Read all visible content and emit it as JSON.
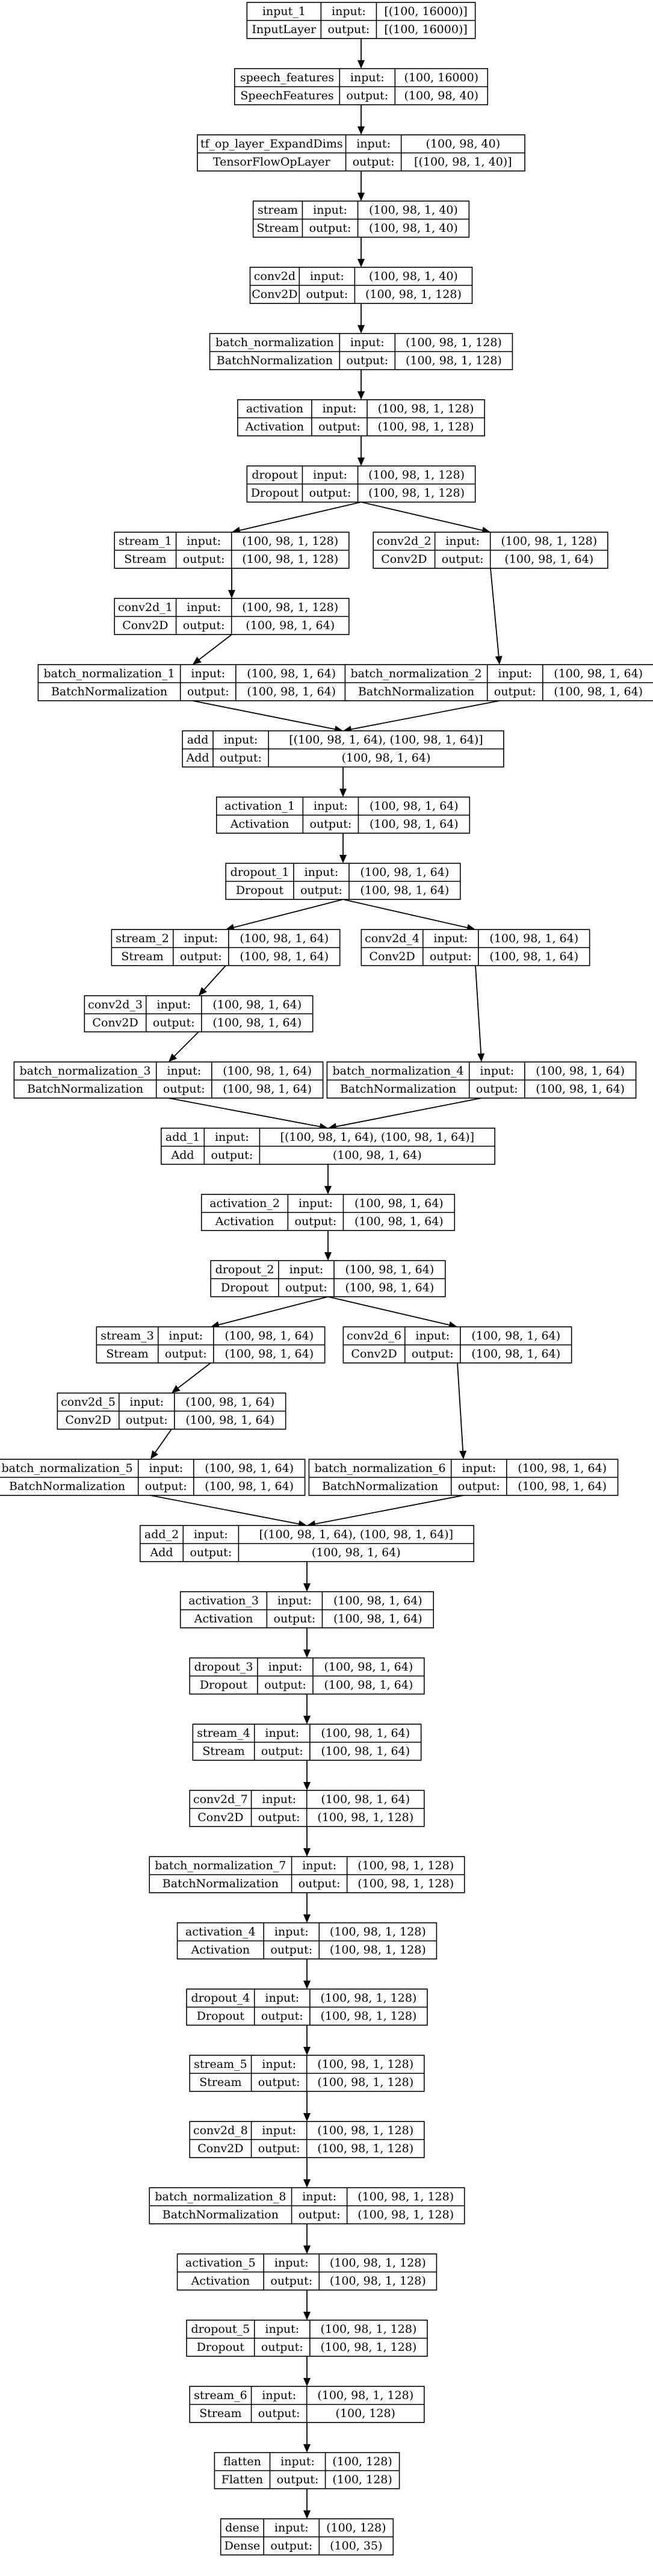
{
  "nodes": [
    {
      "id": "input_1",
      "name": "input_1",
      "type": "InputLayer",
      "input": "[(100, 16000)]",
      "output": "[(100, 16000)]"
    },
    {
      "id": "speech_features",
      "name": "speech_features",
      "type": "SpeechFeatures",
      "input": "(100, 16000)",
      "output": "(100, 98, 40)"
    },
    {
      "id": "tf_op",
      "name": "tf_op_layer_ExpandDims",
      "type": "TensorFlowOpLayer",
      "input": "(100, 98, 40)",
      "output": "[(100, 98, 1, 40)]"
    },
    {
      "id": "stream",
      "name": "stream",
      "type": "Stream",
      "input": "(100, 98, 1, 40)",
      "output": "(100, 98, 1, 40)"
    },
    {
      "id": "conv2d",
      "name": "conv2d",
      "type": "Conv2D",
      "input": "(100, 98, 1, 40)",
      "output": "(100, 98, 1, 128)"
    },
    {
      "id": "batch_normalization",
      "name": "batch_normalization",
      "type": "BatchNormalization",
      "input": "(100, 98, 1, 128)",
      "output": "(100, 98, 1, 128)"
    },
    {
      "id": "activation",
      "name": "activation",
      "type": "Activation",
      "input": "(100, 98, 1, 128)",
      "output": "(100, 98, 1, 128)"
    },
    {
      "id": "dropout",
      "name": "dropout",
      "type": "Dropout",
      "input": "(100, 98, 1, 128)",
      "output": "(100, 98, 1, 128)"
    },
    {
      "id": "stream_1",
      "name": "stream_1",
      "type": "Stream",
      "input": "(100, 98, 1, 128)",
      "output": "(100, 98, 1, 128)"
    },
    {
      "id": "conv2d_2",
      "name": "conv2d_2",
      "type": "Conv2D",
      "input": "(100, 98, 1, 128)",
      "output": "(100, 98, 1, 64)"
    },
    {
      "id": "conv2d_1",
      "name": "conv2d_1",
      "type": "Conv2D",
      "input": "(100, 98, 1, 128)",
      "output": "(100, 98, 1, 64)"
    },
    {
      "id": "batch_normalization_1",
      "name": "batch_normalization_1",
      "type": "BatchNormalization",
      "input": "(100, 98, 1, 64)",
      "output": "(100, 98, 1, 64)"
    },
    {
      "id": "batch_normalization_2",
      "name": "batch_normalization_2",
      "type": "BatchNormalization",
      "input": "(100, 98, 1, 64)",
      "output": "(100, 98, 1, 64)"
    },
    {
      "id": "add",
      "name": "add",
      "type": "Add",
      "input": "[(100, 98, 1, 64), (100, 98, 1, 64)]",
      "output": "(100, 98, 1, 64)"
    },
    {
      "id": "activation_1",
      "name": "activation_1",
      "type": "Activation",
      "input": "(100, 98, 1, 64)",
      "output": "(100, 98, 1, 64)"
    },
    {
      "id": "dropout_1",
      "name": "dropout_1",
      "type": "Dropout",
      "input": "(100, 98, 1, 64)",
      "output": "(100, 98, 1, 64)"
    },
    {
      "id": "stream_2",
      "name": "stream_2",
      "type": "Stream",
      "input": "(100, 98, 1, 64)",
      "output": "(100, 98, 1, 64)"
    },
    {
      "id": "conv2d_4",
      "name": "conv2d_4",
      "type": "Conv2D",
      "input": "(100, 98, 1, 64)",
      "output": "(100, 98, 1, 64)"
    },
    {
      "id": "conv2d_3",
      "name": "conv2d_3",
      "type": "Conv2D",
      "input": "(100, 98, 1, 64)",
      "output": "(100, 98, 1, 64)"
    },
    {
      "id": "batch_normalization_3",
      "name": "batch_normalization_3",
      "type": "BatchNormalization",
      "input": "(100, 98, 1, 64)",
      "output": "(100, 98, 1, 64)"
    },
    {
      "id": "batch_normalization_4",
      "name": "batch_normalization_4",
      "type": "BatchNormalization",
      "input": "(100, 98, 1, 64)",
      "output": "(100, 98, 1, 64)"
    },
    {
      "id": "add_1",
      "name": "add_1",
      "type": "Add",
      "input": "[(100, 98, 1, 64), (100, 98, 1, 64)]",
      "output": "(100, 98, 1, 64)"
    },
    {
      "id": "activation_2",
      "name": "activation_2",
      "type": "Activation",
      "input": "(100, 98, 1, 64)",
      "output": "(100, 98, 1, 64)"
    },
    {
      "id": "dropout_2",
      "name": "dropout_2",
      "type": "Dropout",
      "input": "(100, 98, 1, 64)",
      "output": "(100, 98, 1, 64)"
    },
    {
      "id": "stream_3",
      "name": "stream_3",
      "type": "Stream",
      "input": "(100, 98, 1, 64)",
      "output": "(100, 98, 1, 64)"
    },
    {
      "id": "conv2d_6",
      "name": "conv2d_6",
      "type": "Conv2D",
      "input": "(100, 98, 1, 64)",
      "output": "(100, 98, 1, 64)"
    },
    {
      "id": "conv2d_5",
      "name": "conv2d_5",
      "type": "Conv2D",
      "input": "(100, 98, 1, 64)",
      "output": "(100, 98, 1, 64)"
    },
    {
      "id": "batch_normalization_5",
      "name": "batch_normalization_5",
      "type": "BatchNormalization",
      "input": "(100, 98, 1, 64)",
      "output": "(100, 98, 1, 64)"
    },
    {
      "id": "batch_normalization_6",
      "name": "batch_normalization_6",
      "type": "BatchNormalization",
      "input": "(100, 98, 1, 64)",
      "output": "(100, 98, 1, 64)"
    },
    {
      "id": "add_2",
      "name": "add_2",
      "type": "Add",
      "input": "[(100, 98, 1, 64), (100, 98, 1, 64)]",
      "output": "(100, 98, 1, 64)"
    },
    {
      "id": "activation_3",
      "name": "activation_3",
      "type": "Activation",
      "input": "(100, 98, 1, 64)",
      "output": "(100, 98, 1, 64)"
    },
    {
      "id": "dropout_3",
      "name": "dropout_3",
      "type": "Dropout",
      "input": "(100, 98, 1, 64)",
      "output": "(100, 98, 1, 64)"
    },
    {
      "id": "stream_4",
      "name": "stream_4",
      "type": "Stream",
      "input": "(100, 98, 1, 64)",
      "output": "(100, 98, 1, 64)"
    },
    {
      "id": "conv2d_7",
      "name": "conv2d_7",
      "type": "Conv2D",
      "input": "(100, 98, 1, 64)",
      "output": "(100, 98, 1, 128)"
    },
    {
      "id": "batch_normalization_7",
      "name": "batch_normalization_7",
      "type": "BatchNormalization",
      "input": "(100, 98, 1, 128)",
      "output": "(100, 98, 1, 128)"
    },
    {
      "id": "activation_4",
      "name": "activation_4",
      "type": "Activation",
      "input": "(100, 98, 1, 128)",
      "output": "(100, 98, 1, 128)"
    },
    {
      "id": "dropout_4",
      "name": "dropout_4",
      "type": "Dropout",
      "input": "(100, 98, 1, 128)",
      "output": "(100, 98, 1, 128)"
    },
    {
      "id": "stream_5",
      "name": "stream_5",
      "type": "Stream",
      "input": "(100, 98, 1, 128)",
      "output": "(100, 98, 1, 128)"
    },
    {
      "id": "conv2d_8",
      "name": "conv2d_8",
      "type": "Conv2D",
      "input": "(100, 98, 1, 128)",
      "output": "(100, 98, 1, 128)"
    },
    {
      "id": "batch_normalization_8",
      "name": "batch_normalization_8",
      "type": "BatchNormalization",
      "input": "(100, 98, 1, 128)",
      "output": "(100, 98, 1, 128)"
    },
    {
      "id": "activation_5",
      "name": "activation_5",
      "type": "Activation",
      "input": "(100, 98, 1, 128)",
      "output": "(100, 98, 1, 128)"
    },
    {
      "id": "dropout_5",
      "name": "dropout_5",
      "type": "Dropout",
      "input": "(100, 98, 1, 128)",
      "output": "(100, 98, 1, 128)"
    },
    {
      "id": "stream_6",
      "name": "stream_6",
      "type": "Stream",
      "input": "(100, 98, 1, 128)",
      "output": "(100, 128)"
    },
    {
      "id": "flatten",
      "name": "flatten",
      "type": "Flatten",
      "input": "(100, 128)",
      "output": "(100, 128)"
    },
    {
      "id": "dense",
      "name": "dense",
      "type": "Dense",
      "input": "(100, 128)",
      "output": "(100, 35)"
    }
  ],
  "edges": [
    [
      "input_1",
      "speech_features"
    ],
    [
      "speech_features",
      "tf_op"
    ],
    [
      "tf_op",
      "stream"
    ],
    [
      "stream",
      "conv2d"
    ],
    [
      "conv2d",
      "batch_normalization"
    ],
    [
      "batch_normalization",
      "activation"
    ],
    [
      "activation",
      "dropout"
    ],
    [
      "dropout",
      "stream_1"
    ],
    [
      "dropout",
      "conv2d_2"
    ],
    [
      "stream_1",
      "conv2d_1"
    ],
    [
      "conv2d_1",
      "batch_normalization_1"
    ],
    [
      "conv2d_2",
      "batch_normalization_2"
    ],
    [
      "batch_normalization_1",
      "add"
    ],
    [
      "batch_normalization_2",
      "add"
    ],
    [
      "add",
      "activation_1"
    ],
    [
      "activation_1",
      "dropout_1"
    ],
    [
      "dropout_1",
      "stream_2"
    ],
    [
      "dropout_1",
      "conv2d_4"
    ],
    [
      "stream_2",
      "conv2d_3"
    ],
    [
      "conv2d_3",
      "batch_normalization_3"
    ],
    [
      "conv2d_4",
      "batch_normalization_4"
    ],
    [
      "batch_normalization_3",
      "add_1"
    ],
    [
      "batch_normalization_4",
      "add_1"
    ],
    [
      "add_1",
      "activation_2"
    ],
    [
      "activation_2",
      "dropout_2"
    ],
    [
      "dropout_2",
      "stream_3"
    ],
    [
      "dropout_2",
      "conv2d_6"
    ],
    [
      "stream_3",
      "conv2d_5"
    ],
    [
      "conv2d_5",
      "batch_normalization_5"
    ],
    [
      "conv2d_6",
      "batch_normalization_6"
    ],
    [
      "batch_normalization_5",
      "add_2"
    ],
    [
      "batch_normalization_6",
      "add_2"
    ],
    [
      "add_2",
      "activation_3"
    ],
    [
      "activation_3",
      "dropout_3"
    ],
    [
      "dropout_3",
      "stream_4"
    ],
    [
      "stream_4",
      "conv2d_7"
    ],
    [
      "conv2d_7",
      "batch_normalization_7"
    ],
    [
      "batch_normalization_7",
      "activation_4"
    ],
    [
      "activation_4",
      "dropout_4"
    ],
    [
      "dropout_4",
      "stream_5"
    ],
    [
      "stream_5",
      "conv2d_8"
    ],
    [
      "conv2d_8",
      "batch_normalization_8"
    ],
    [
      "batch_normalization_8",
      "activation_5"
    ],
    [
      "activation_5",
      "dropout_5"
    ],
    [
      "dropout_5",
      "stream_6"
    ],
    [
      "stream_6",
      "flatten"
    ],
    [
      "flatten",
      "dense"
    ]
  ],
  "labels": {
    "input": "input:",
    "output": "output:"
  }
}
